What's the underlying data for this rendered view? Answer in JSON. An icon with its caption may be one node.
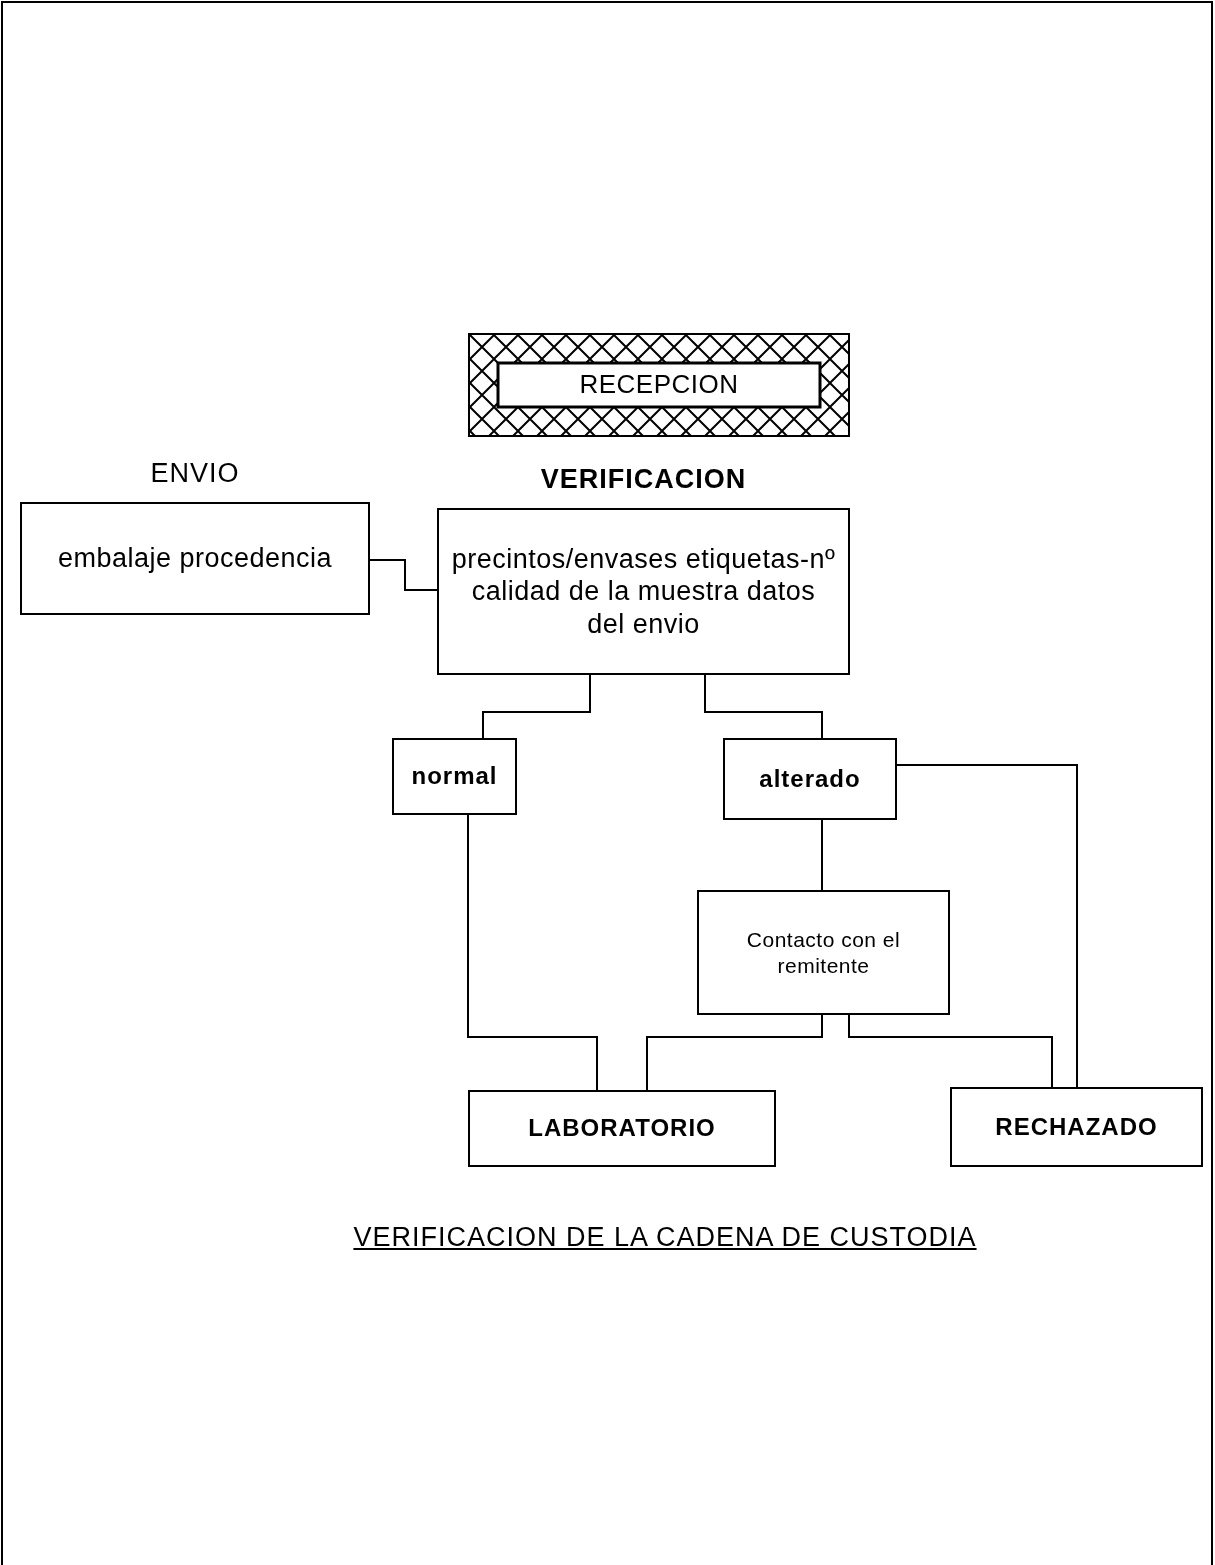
{
  "diagram": {
    "caption": "VERIFICACION DE LA CADENA DE CUSTODIA",
    "nodes": [
      {
        "text": [
          "RECEPCION"
        ]
      },
      {
        "text": [
          "ENVIO",
          "embalaje procedencia"
        ]
      },
      {
        "text": [
          "VERIFICACION",
          "precintos/envases etiquetas-nº calidad de la muestra datos del envio"
        ]
      },
      {
        "text": [
          "normal"
        ]
      },
      {
        "text": [
          "alterado"
        ]
      },
      {
        "text": [
          "Contacto con el remitente"
        ]
      },
      {
        "text": [
          "LABORATORIO"
        ]
      },
      {
        "text": [
          "RECHAZADO"
        ]
      }
    ],
    "edges": [
      {
        "from": 1,
        "to": 2,
        "arrow": "none"
      },
      {
        "from": 2,
        "to": 3,
        "arrow": "none"
      },
      {
        "from": 2,
        "to": 4,
        "arrow": "none"
      },
      {
        "from": 3,
        "to": 6,
        "arrow": "none"
      },
      {
        "from": 4,
        "to": 5,
        "arrow": "none"
      },
      {
        "from": 5,
        "to": 6,
        "arrow": "none"
      },
      {
        "from": 5,
        "to": 7,
        "arrow": "none"
      },
      {
        "from": 4,
        "to": 7,
        "arrow": "none"
      }
    ]
  }
}
